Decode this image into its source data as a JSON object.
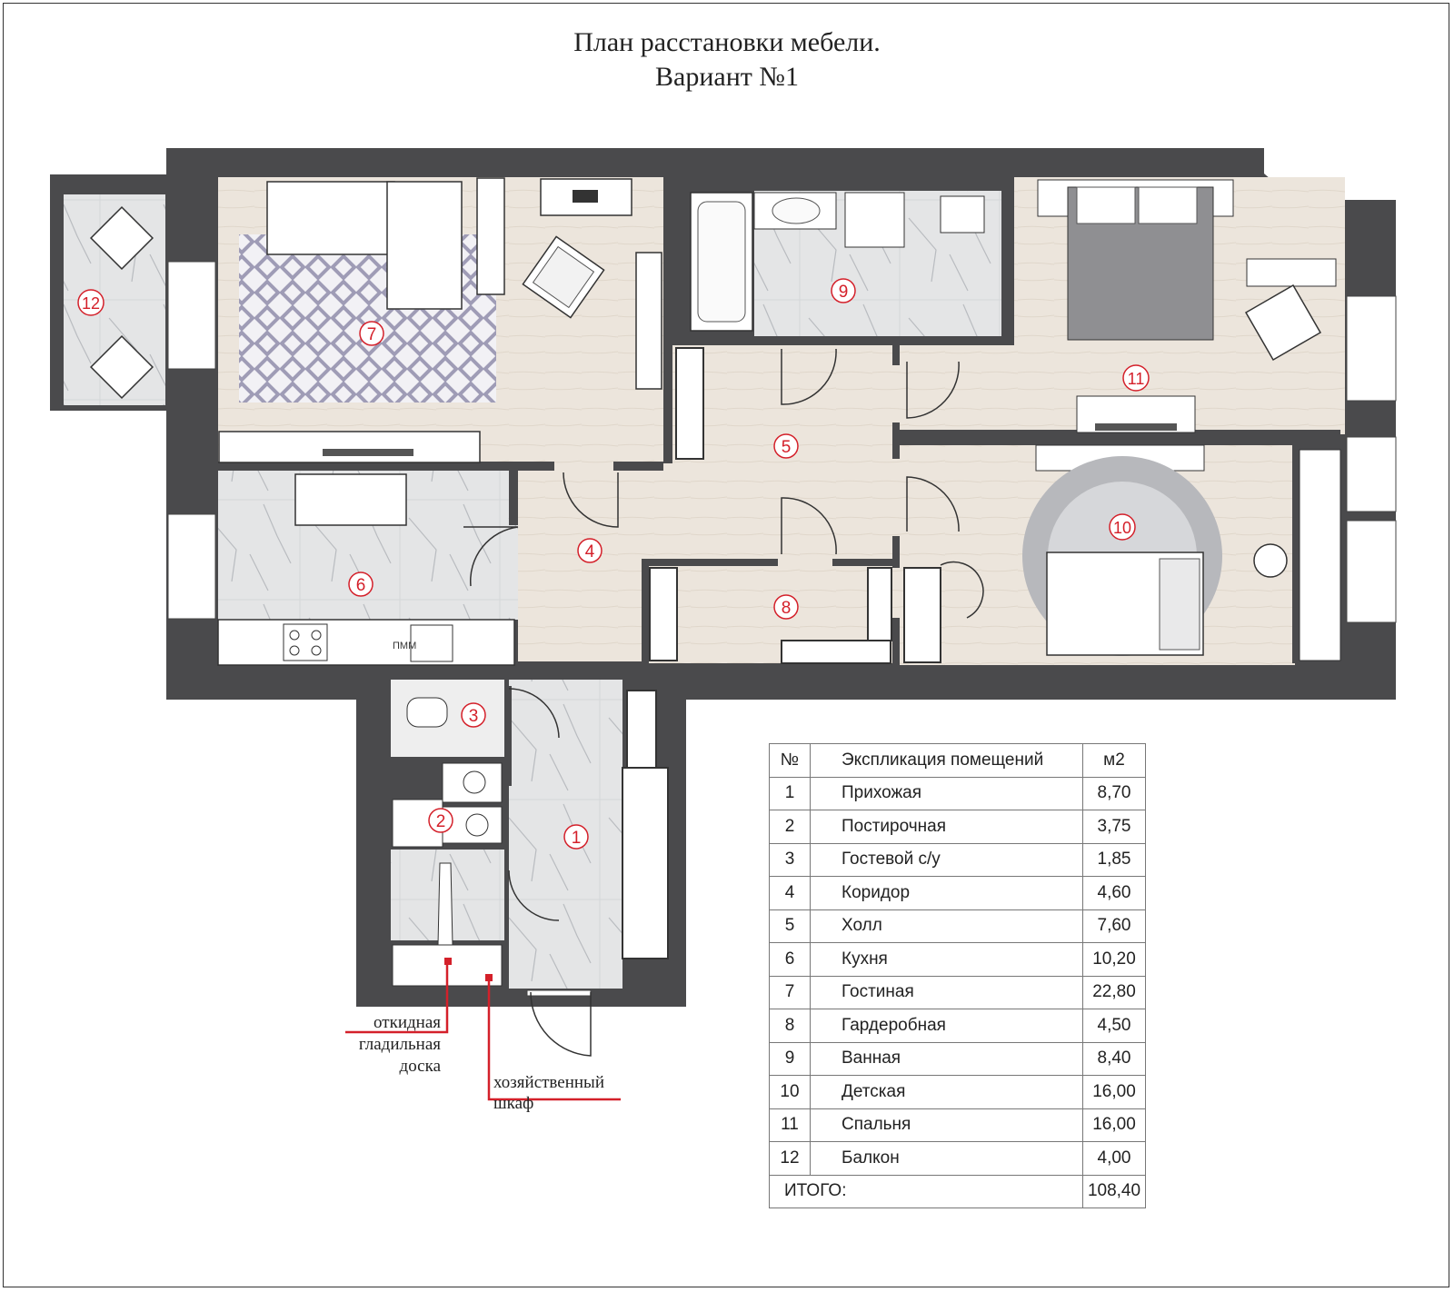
{
  "title": {
    "line1": "План расстановки мебели.",
    "line2": "Вариант №1"
  },
  "room_markers": [
    {
      "num": "1",
      "room": "Прихожая"
    },
    {
      "num": "2",
      "room": "Постирочная"
    },
    {
      "num": "3",
      "room": "Гостевой с/у"
    },
    {
      "num": "4",
      "room": "Коридор"
    },
    {
      "num": "5",
      "room": "Холл"
    },
    {
      "num": "6",
      "room": "Кухня"
    },
    {
      "num": "7",
      "room": "Гостиная"
    },
    {
      "num": "8",
      "room": "Гардеробная"
    },
    {
      "num": "9",
      "room": "Ванная"
    },
    {
      "num": "10",
      "room": "Детская"
    },
    {
      "num": "11",
      "room": "Спальня"
    },
    {
      "num": "12",
      "room": "Балкон"
    }
  ],
  "callouts": {
    "ironing_board": [
      "откидная",
      "гладильная",
      "доска"
    ],
    "utility_cabinet": [
      "хозяйственный",
      "шкаф"
    ]
  },
  "appliance_labels": {
    "dishwasher": "ПММ"
  },
  "explication": {
    "headers": {
      "num": "№",
      "name": "Экспликация помещений",
      "area": "м2"
    },
    "rows": [
      {
        "num": "1",
        "name": "Прихожая",
        "area": "8,70"
      },
      {
        "num": "2",
        "name": "Постирочная",
        "area": "3,75"
      },
      {
        "num": "3",
        "name": "Гостевой с/у",
        "area": "1,85"
      },
      {
        "num": "4",
        "name": "Коридор",
        "area": "4,60"
      },
      {
        "num": "5",
        "name": "Холл",
        "area": "7,60"
      },
      {
        "num": "6",
        "name": "Кухня",
        "area": "10,20"
      },
      {
        "num": "7",
        "name": "Гостиная",
        "area": "22,80"
      },
      {
        "num": "8",
        "name": "Гардеробная",
        "area": "4,50"
      },
      {
        "num": "9",
        "name": "Ванная",
        "area": "8,40"
      },
      {
        "num": "10",
        "name": "Детская",
        "area": "16,00"
      },
      {
        "num": "11",
        "name": "Спальня",
        "area": "16,00"
      },
      {
        "num": "12",
        "name": "Балкон",
        "area": "4,00"
      }
    ],
    "total_label": "ИТОГО:",
    "total_value": "108,40"
  },
  "colors": {
    "wall": "#4a4a4c",
    "floor_wood": "#ebe4da",
    "floor_marble": "#e3e4e4",
    "rug": "#c8c6d4",
    "marker": "#d4202a",
    "callout_line": "#d4202a"
  }
}
